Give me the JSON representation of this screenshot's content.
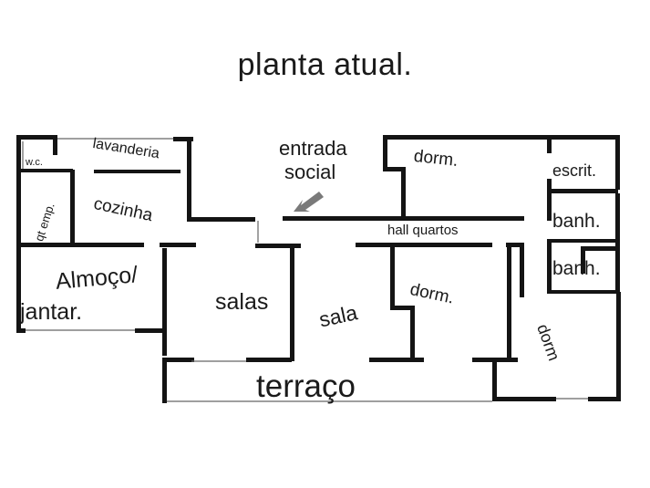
{
  "title": "planta atual.",
  "rooms": {
    "wc": "w.c.",
    "lavanderia": "lavanderia",
    "qt_emp": "qt emp.",
    "cozinha": "cozinha",
    "almoco_line1": "Almoço/",
    "almoco_line2": "jantar.",
    "salas": "salas",
    "sala": "sala",
    "entrada_line1": "entrada",
    "entrada_line2": "social",
    "dorm_top": "dorm.",
    "escrit": "escrit.",
    "banh_1": "banh.",
    "banh_2": "banh.",
    "hall_quartos": "hall quartos",
    "dorm_mid": "dorm.",
    "dorm_right": "dorm",
    "terraco": "terraço"
  },
  "arrow": {
    "icon": "entry-arrow-icon",
    "color": "#7a7a7a"
  },
  "colors": {
    "wall": "#141414",
    "text": "#1a1a1a",
    "background": "#ffffff"
  }
}
